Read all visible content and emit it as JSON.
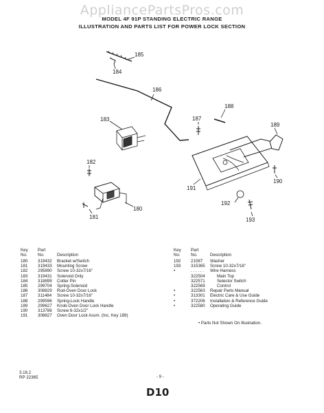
{
  "watermark": "AppliancePartsPros.com",
  "header": {
    "line1": "MODEL 4F 91P STANDING ELECTRIC RANGE",
    "line2": "ILLUSTRATION AND PARTS LIST FOR POWER LOCK SECTION"
  },
  "diagram": {
    "callouts": [
      "185",
      "184",
      "186",
      "183",
      "187",
      "188",
      "189",
      "182",
      "180",
      "181",
      "191",
      "190",
      "192",
      "193"
    ]
  },
  "table_headers": {
    "key": "Key\nNo.",
    "part": "Part\nNo.",
    "desc": "Description"
  },
  "left_rows": [
    {
      "key": "180",
      "part": "319432",
      "desc": "Bracket w/Switch"
    },
    {
      "key": "181",
      "part": "319433",
      "desc": "Mounting Screw"
    },
    {
      "key": "182",
      "part": "295890",
      "desc": "Screw 10-32x7/16\""
    },
    {
      "key": "183",
      "part": "319431",
      "desc": "Solenoid Only"
    },
    {
      "key": "184",
      "part": "318899",
      "desc": "Cotter Pin"
    },
    {
      "key": "185",
      "part": "299704",
      "desc": "Spring-Solenoid"
    },
    {
      "key": "186",
      "part": "308829",
      "desc": "Rod-Oven Door Lock"
    },
    {
      "key": "187",
      "part": "311484",
      "desc": "Screw 10-32x7/16\""
    },
    {
      "key": "188",
      "part": "299596",
      "desc": "Spring-Lock Handle"
    },
    {
      "key": "189",
      "part": "299627",
      "desc": "Knob-Oven Door Lock Handle"
    },
    {
      "key": "190",
      "part": "313786",
      "desc": "Screw 6-32x1/2\""
    },
    {
      "key": "191",
      "part": "308827",
      "desc": "Oven Door Lock Assm. (Inc. Key 189)"
    }
  ],
  "right_rows": [
    {
      "key": "192",
      "part": "21087",
      "desc": "Washer",
      "indent": false
    },
    {
      "key": "193",
      "part": "315365",
      "desc": "Screw 10-32x7/16\"",
      "indent": false
    },
    {
      "key": "•",
      "part": ". . . . . .",
      "desc": "Wire Harness",
      "indent": false
    },
    {
      "key": "",
      "part": "322504",
      "desc": "Main Top",
      "indent": true
    },
    {
      "key": "",
      "part": "322571",
      "desc": "Selector Switch",
      "indent": true
    },
    {
      "key": "",
      "part": "322569",
      "desc": "Control",
      "indent": true
    },
    {
      "key": "•",
      "part": "322563",
      "desc": "Repair Parts Manual",
      "indent": false
    },
    {
      "key": "•",
      "part": "313301",
      "desc": "Electric Care & Use Guide",
      "indent": false
    },
    {
      "key": "•",
      "part": "372206",
      "desc": "Installation & Reference Guide",
      "indent": false
    },
    {
      "key": "•",
      "part": "322580",
      "desc": "Operating Guide",
      "indent": false
    }
  ],
  "note": "•   Parts Not Shown On Illustration.",
  "footer": {
    "date": "3.16.2",
    "code": "RP 22365",
    "page": "- 9 -",
    "section": "D10"
  }
}
